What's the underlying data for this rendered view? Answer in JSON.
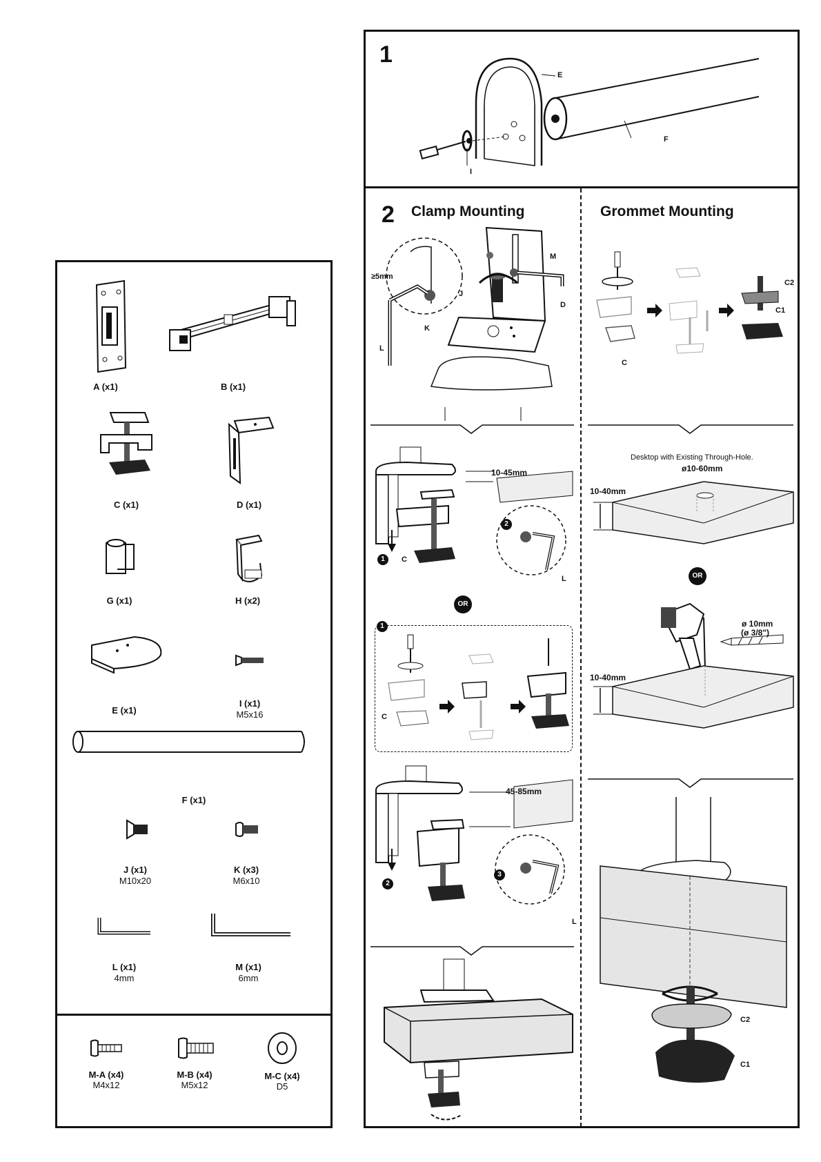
{
  "parts": [
    {
      "id": "a",
      "label": "A (x1)",
      "spec": ""
    },
    {
      "id": "b",
      "label": "B (x1)",
      "spec": ""
    },
    {
      "id": "c",
      "label": "C (x1)",
      "spec": ""
    },
    {
      "id": "d",
      "label": "D (x1)",
      "spec": ""
    },
    {
      "id": "g",
      "label": "G (x1)",
      "spec": ""
    },
    {
      "id": "h",
      "label": "H (x2)",
      "spec": ""
    },
    {
      "id": "e",
      "label": "E (x1)",
      "spec": ""
    },
    {
      "id": "i",
      "label": "I (x1)",
      "spec": "M5x16"
    },
    {
      "id": "f",
      "label": "F (x1)",
      "spec": ""
    },
    {
      "id": "j",
      "label": "J (x1)",
      "spec": "M10x20"
    },
    {
      "id": "k",
      "label": "K (x3)",
      "spec": "M6x10"
    },
    {
      "id": "l",
      "label": "L (x1)",
      "spec": "4mm"
    },
    {
      "id": "m",
      "label": "M (x1)",
      "spec": "6mm"
    }
  ],
  "extra_parts": [
    {
      "label": "M-A (x4)",
      "spec": "M4x12"
    },
    {
      "label": "M-B (x4)",
      "spec": "M5x12"
    },
    {
      "label": "M-C (x4)",
      "spec": "D5"
    }
  ],
  "step1": {
    "number": "1",
    "tags": {
      "e": "E",
      "f": "F",
      "i": "I"
    }
  },
  "step2": {
    "number": "2",
    "clamp_title": "Clamp Mounting",
    "grommet_title": "Grommet Mounting",
    "clamp_tags": {
      "m": "M",
      "j": "J",
      "d": "D",
      "k": "K",
      "l": "L",
      "gap": "≥5mm"
    },
    "grommet_tags": {
      "c": "C",
      "c2": "C2",
      "c1": "C1"
    },
    "thin_desk": {
      "range": "10-45mm",
      "step1": "1",
      "step2": "2",
      "c": "C",
      "l": "L"
    },
    "or": "OR",
    "flip": {
      "step": "1",
      "c": "C"
    },
    "thick_desk": {
      "range": "45-85mm",
      "step2": "2",
      "step3": "3",
      "l": "L"
    },
    "grommet_hole": {
      "note": "Desktop with Existing Through-Hole.",
      "hole": "ø10-60mm",
      "thickness": "10-40mm"
    },
    "grommet_drill": {
      "drill": "ø 10mm",
      "drill_in": "(ø 3/8\")",
      "thickness": "10-40mm"
    },
    "grommet_final": {
      "c2": "C2",
      "c1": "C1"
    }
  }
}
